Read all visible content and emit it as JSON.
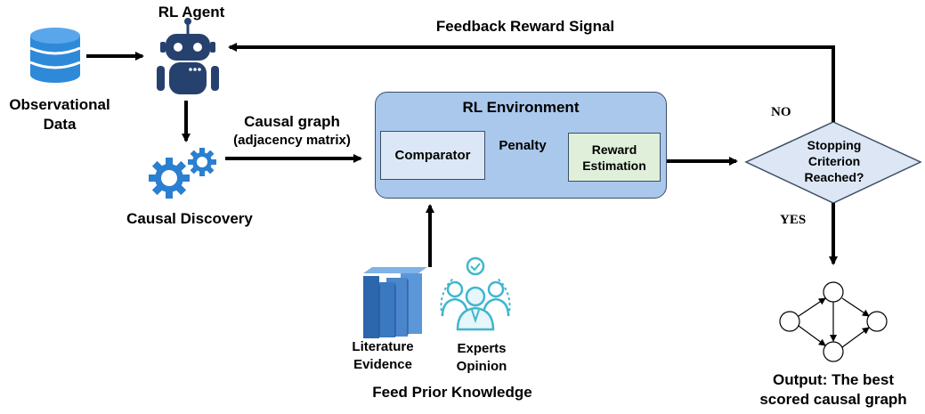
{
  "nodes": {
    "rl_agent": "RL Agent",
    "observational_data": [
      "Observational",
      "Data"
    ],
    "causal_discovery": "Causal Discovery",
    "causal_graph": "Causal graph",
    "adjacency_matrix": "(adjacency matrix)",
    "rl_environment": "RL Environment",
    "comparator": "Comparator",
    "penalty": "Penalty",
    "reward_estimation": "Reward\nEstimation",
    "stopping_criterion": "Stopping\nCriterion\nReached?",
    "no": "NO",
    "yes": "YES",
    "feedback": "Feedback Reward Signal",
    "literature": [
      "Literature",
      "Evidence"
    ],
    "experts": [
      "Experts",
      "Opinion"
    ],
    "feed_prior": "Feed Prior Knowledge",
    "output": [
      "Output: The best",
      "scored causal graph"
    ]
  },
  "colors": {
    "environment_fill": "#a9c8ec",
    "comparator_fill": "#dbe7f6",
    "reward_fill": "#dfefd9",
    "diamond_fill": "#dce6f4",
    "database_blue": "#2e8ad8",
    "robot_navy": "#26416e",
    "gear_blue": "#2a7fd0",
    "book_blue": "#3a78bf",
    "experts_teal": "#3fb6cf"
  },
  "icons": [
    "database-icon",
    "robot-icon",
    "gears-icon",
    "books-icon",
    "experts-icon",
    "graph-icon"
  ]
}
